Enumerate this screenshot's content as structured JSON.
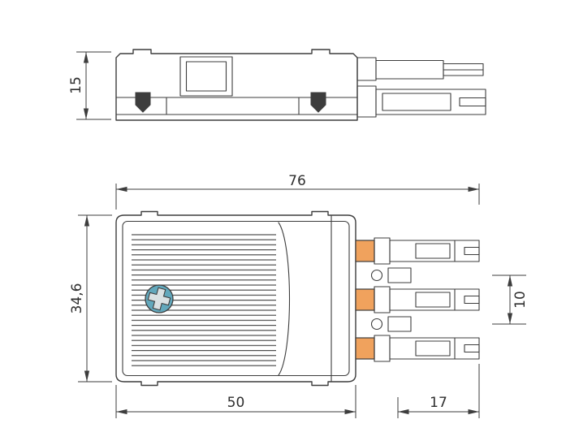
{
  "drawing": {
    "dims": {
      "height": "15",
      "overall_length": "76",
      "width": "34,6",
      "housing_length": "50",
      "pin_length": "17",
      "pole_pitch": "10"
    },
    "colors": {
      "line": "#3d3d3d",
      "screw_fill": "#62a8bc",
      "screw_cross": "#d9e1e3",
      "contact_fill": "#f0a25d",
      "latch_fill": "#3d3d3d",
      "background": "#ffffff"
    }
  }
}
